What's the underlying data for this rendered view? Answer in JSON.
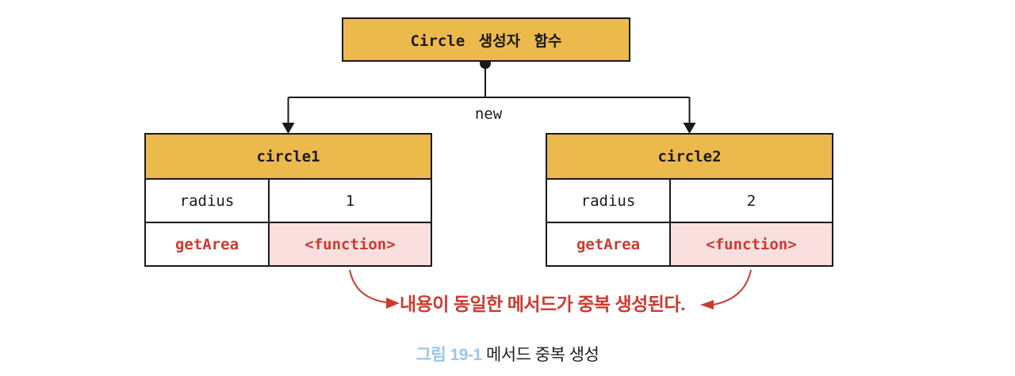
{
  "diagram": {
    "constructor_box_label": "Circle 생성자 함수",
    "new_label": "new",
    "tables": [
      {
        "title": "circle1",
        "rows": [
          {
            "key": "radius",
            "value": "1"
          },
          {
            "key": "getArea",
            "value": "<function>"
          }
        ]
      },
      {
        "title": "circle2",
        "rows": [
          {
            "key": "radius",
            "value": "2"
          },
          {
            "key": "getArea",
            "value": "<function>"
          }
        ]
      }
    ],
    "annotation": "내용이 동일한 메서드가 중복 생성된다.",
    "caption": {
      "label": "그림 19-1",
      "text": "메서드 중복 생성"
    },
    "colors": {
      "box_fill": "#ECB94D",
      "highlight_fill": "#F9DFDE",
      "accent_red": "#CD3A30",
      "caption_blue": "#9CC6E9",
      "line_color": "#1A1A1A"
    }
  }
}
